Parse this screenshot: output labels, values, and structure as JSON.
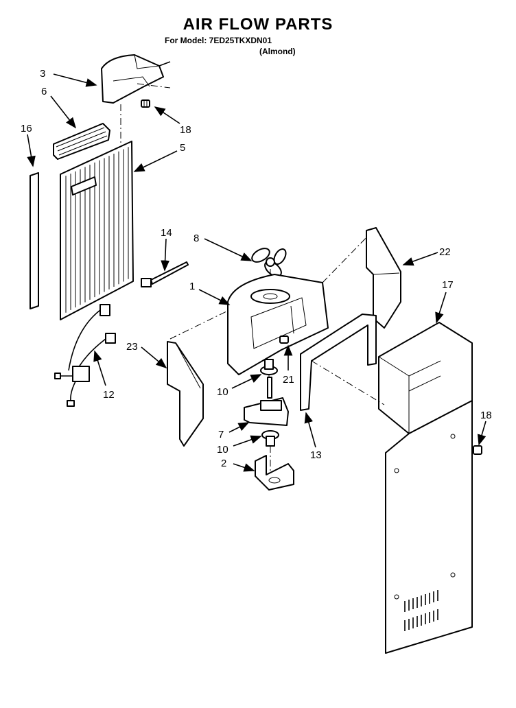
{
  "header": {
    "title": "AIR FLOW PARTS",
    "model_line": "For Model: 7ED25TKXDN01",
    "color_line": "(Almond)"
  },
  "callouts": {
    "c3": "3",
    "c6": "6",
    "c16": "16",
    "c18a": "18",
    "c5": "5",
    "c14": "14",
    "c8": "8",
    "c22": "22",
    "c1": "1",
    "c17": "17",
    "c23": "23",
    "c12": "12",
    "c10a": "10",
    "c21": "21",
    "c7": "7",
    "c10b": "10",
    "c13": "13",
    "c18b": "18",
    "c2": "2"
  }
}
